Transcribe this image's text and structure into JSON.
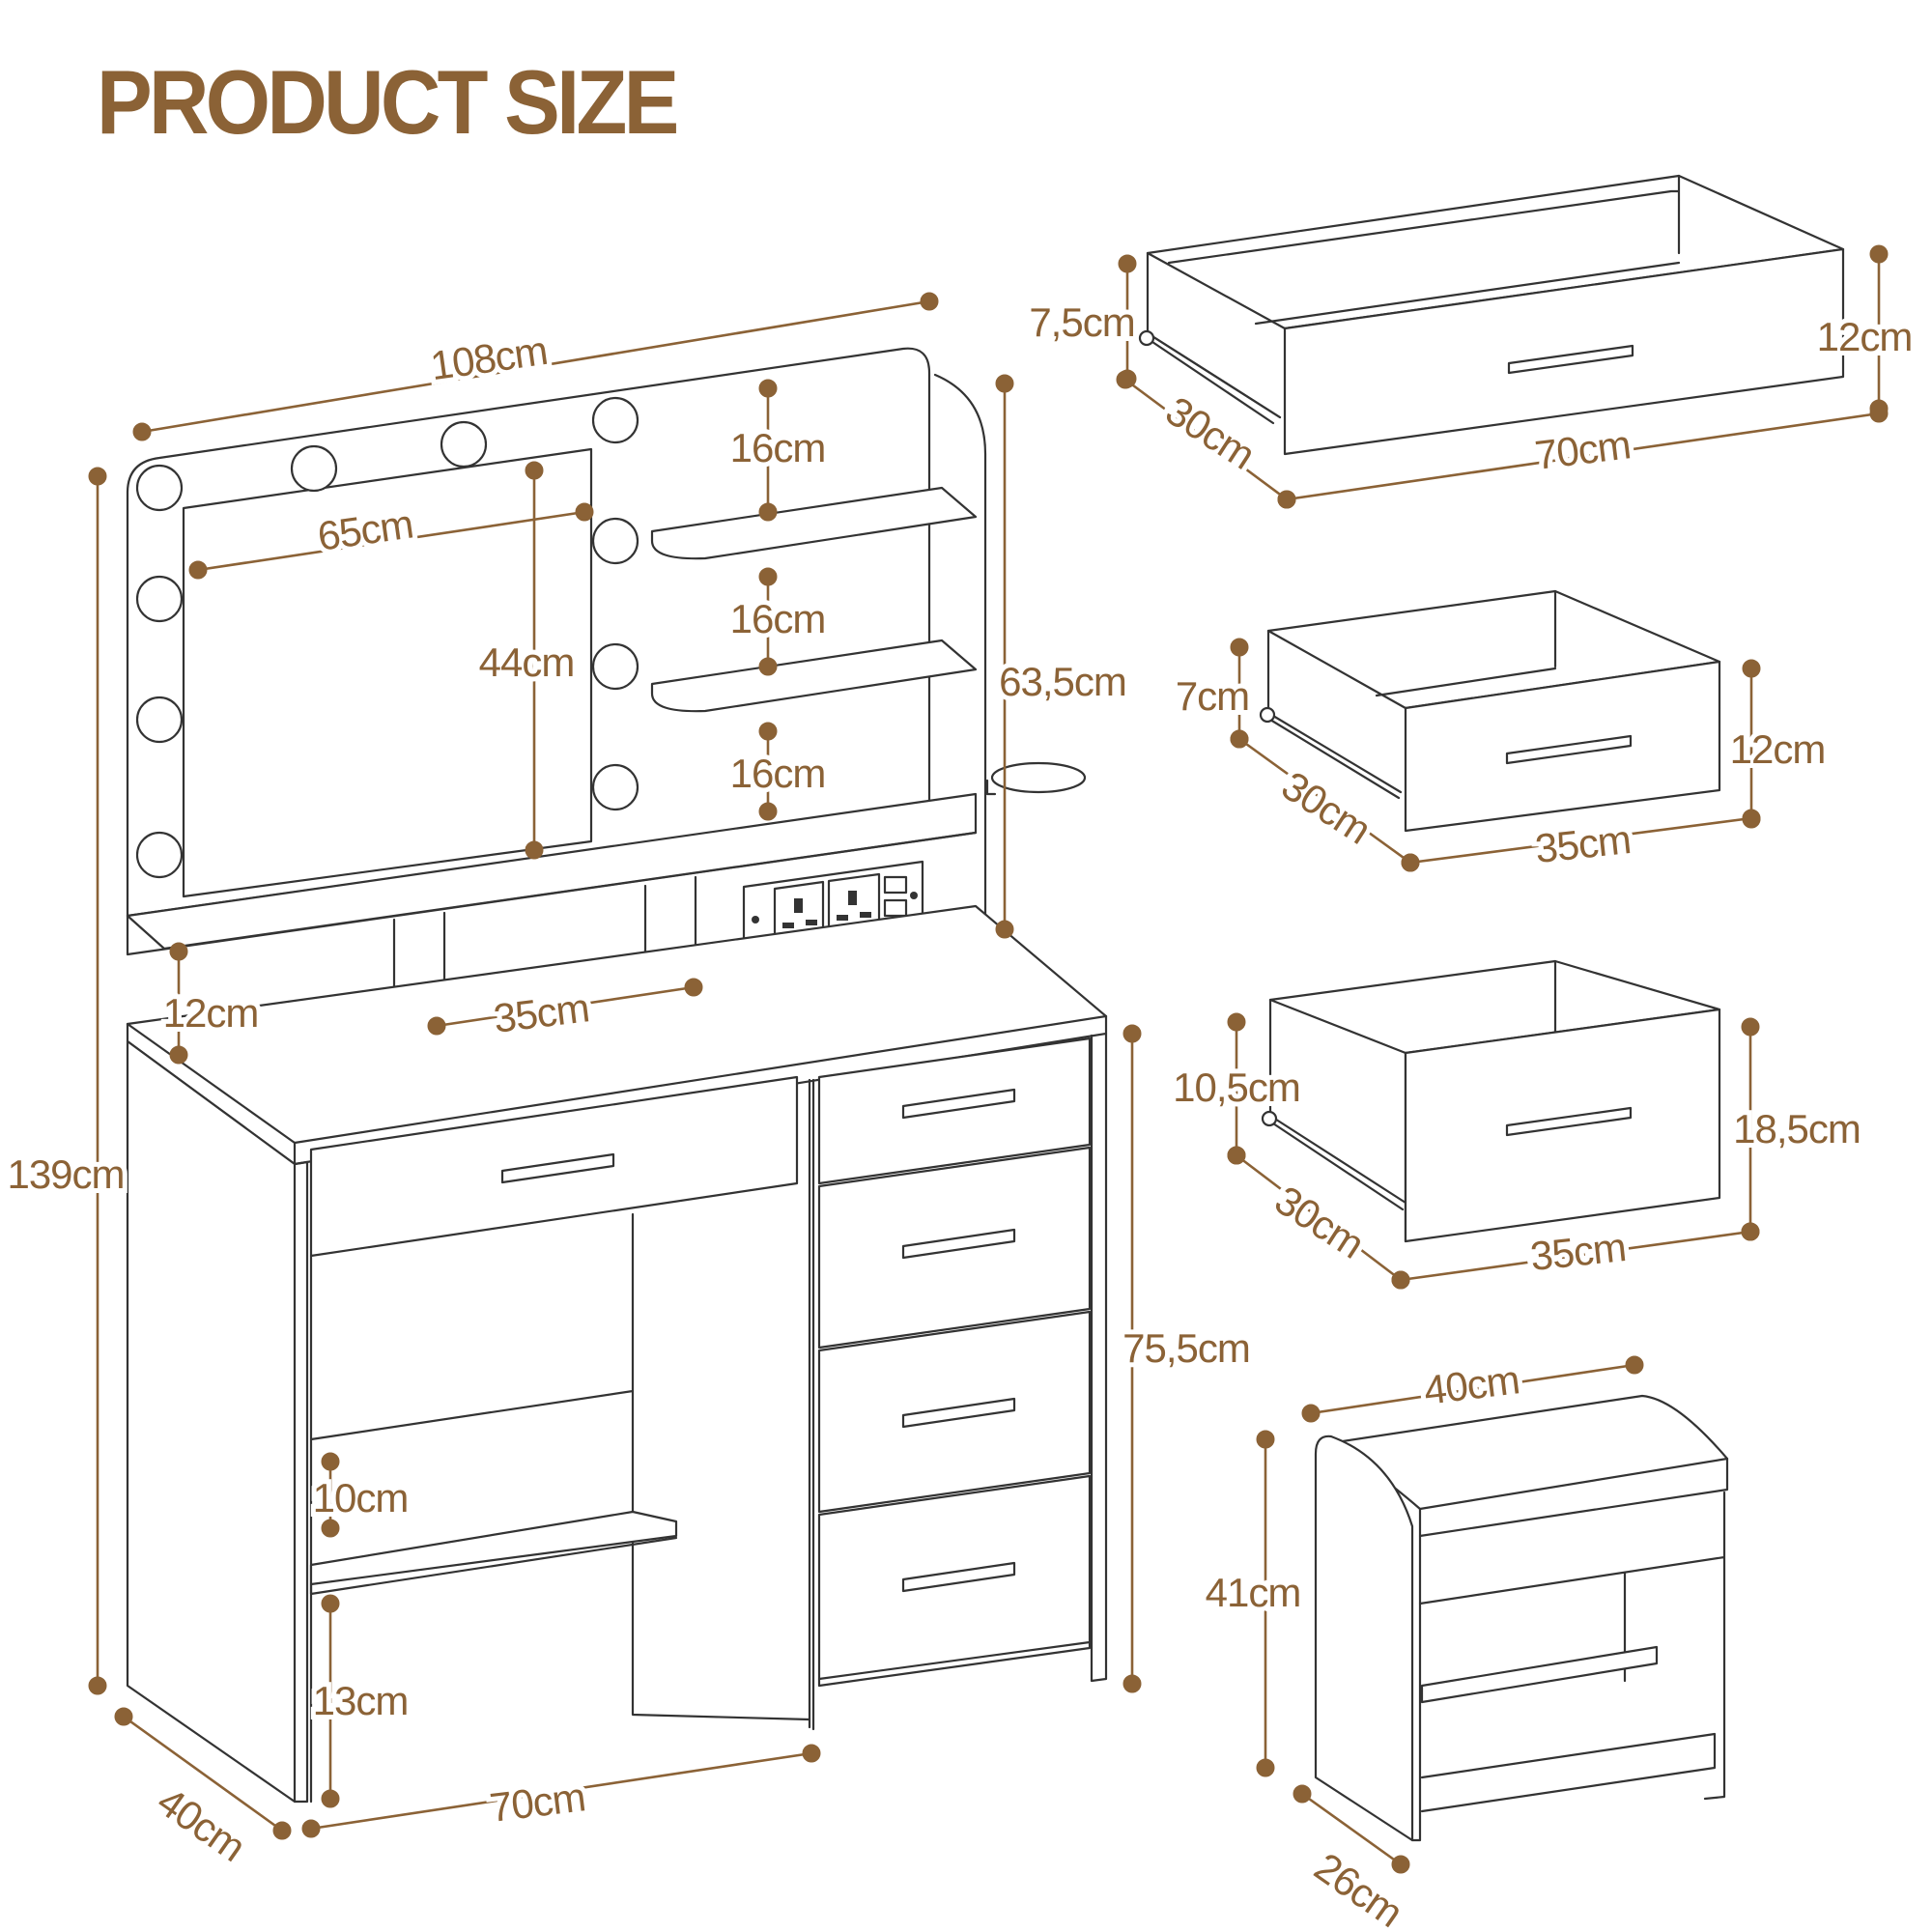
{
  "title": "PRODUCT SIZE",
  "colors": {
    "accent": "#8B6236",
    "line": "#333333",
    "background": "#ffffff"
  },
  "vanity": {
    "width_total": "108cm",
    "mirror_width": "65cm",
    "mirror_height": "44cm",
    "shelf_gap_top": "16cm",
    "shelf_gap_middle": "16cm",
    "shelf_gap_bottom": "16cm",
    "hutch_height": "63,5cm",
    "total_height": "139cm",
    "open_shelf_height": "12cm",
    "open_shelf_width": "35cm",
    "desk_height": "75,5cm",
    "footrest_gap": "10cm",
    "footrest_height": "13cm",
    "depth": "40cm",
    "desk_width": "70cm"
  },
  "drawer_large": {
    "inner_height": "7,5cm",
    "depth": "30cm",
    "width": "70cm",
    "front_height": "12cm"
  },
  "drawer_small": {
    "inner_height": "7cm",
    "depth": "30cm",
    "width": "35cm",
    "front_height": "12cm"
  },
  "drawer_deep": {
    "inner_height": "10,5cm",
    "depth": "30cm",
    "width": "35cm",
    "front_height": "18,5cm"
  },
  "stool": {
    "width": "40cm",
    "height": "41cm",
    "depth": "26cm"
  }
}
